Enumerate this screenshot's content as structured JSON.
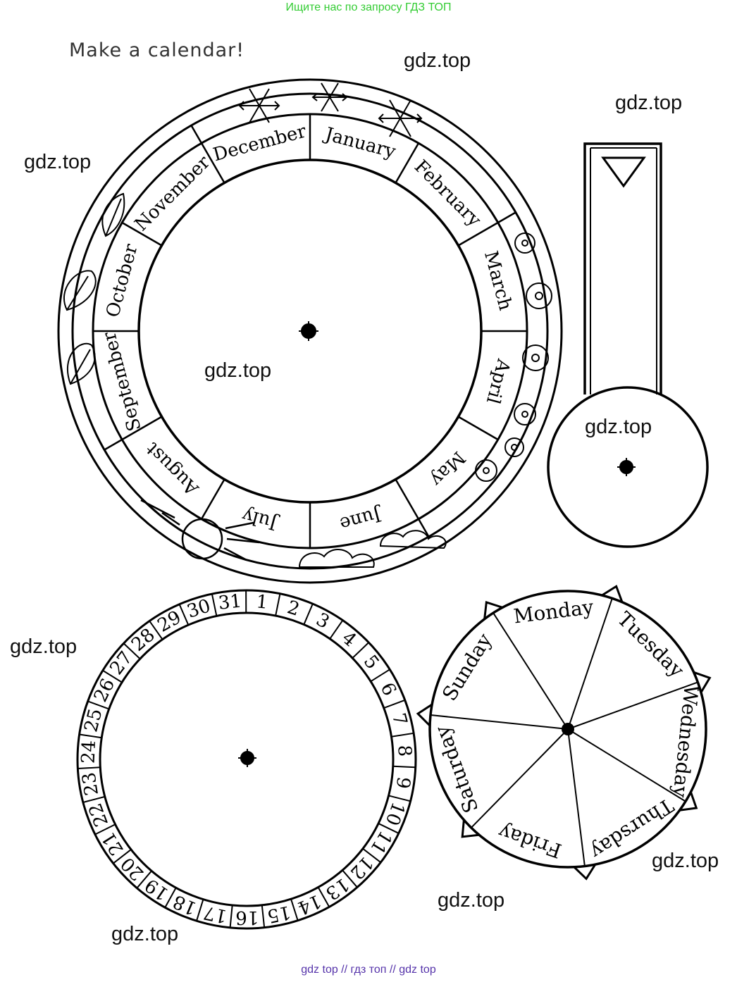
{
  "banner_top": "Ищите нас по запросу ГДЗ ТОП",
  "banner_bottom": "gdz top  //  гдз топ  //  gdz top",
  "title": "Make  a  calendar!",
  "watermark": "gdz.top",
  "months": [
    "January",
    "February",
    "March",
    "April",
    "May",
    "June",
    "July",
    "August",
    "September",
    "October",
    "November",
    "December"
  ],
  "days": [
    "Monday",
    "Tuesday",
    "Wednesday",
    "Thursday",
    "Friday",
    "Saturday",
    "Sunday"
  ],
  "dates": [
    "1",
    "2",
    "3",
    "4",
    "5",
    "6",
    "7",
    "8",
    "9",
    "10",
    "11",
    "12",
    "13",
    "14",
    "15",
    "16",
    "17",
    "18",
    "19",
    "20",
    "21",
    "22",
    "23",
    "24",
    "25",
    "26",
    "27",
    "28",
    "29",
    "30",
    "31"
  ],
  "colors": {
    "banner_top": "#33cc33",
    "banner_bottom": "#5533aa",
    "ink": "#000000"
  }
}
